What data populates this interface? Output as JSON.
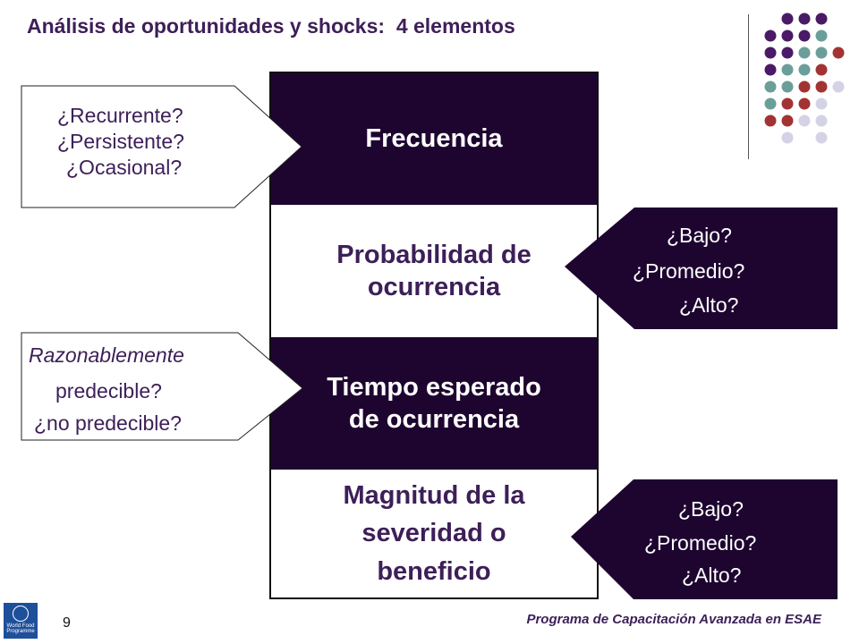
{
  "title": "Análisis de oportunidades y shocks:  4 elementos",
  "cells": [
    {
      "text": "Frecuencia",
      "style": "dark"
    },
    {
      "text": "Probabilidad de\nocurrencia",
      "style": "light"
    },
    {
      "text": "Tiempo esperado\nde ocurrencia",
      "style": "dark"
    },
    {
      "text": "Magnitud de la\nseveridad o\nbeneficio",
      "style": "light"
    }
  ],
  "callouts": {
    "frequency": [
      "¿Recurrente?",
      "¿Persistente?",
      "¿Ocasional?"
    ],
    "probability": [
      "¿Bajo?",
      "¿Promedio?",
      "¿Alto?"
    ],
    "predictability": [
      "Razonablemente",
      "predecible?",
      "¿no predecible?"
    ],
    "magnitude": [
      "¿Bajo?",
      "¿Promedio?",
      "¿Alto?"
    ]
  },
  "footer": "Programa de Capacitación Avanzada en ESAE",
  "page_number": "9",
  "logo_text": "World Food Programme",
  "colors": {
    "dark_purple": "#1e0530",
    "title_purple": "#3d1f58",
    "dot_purple": "#4a1a66",
    "dot_teal": "#6b9e99",
    "dot_red": "#a33333",
    "dot_lavender": "#d4d3e6"
  }
}
